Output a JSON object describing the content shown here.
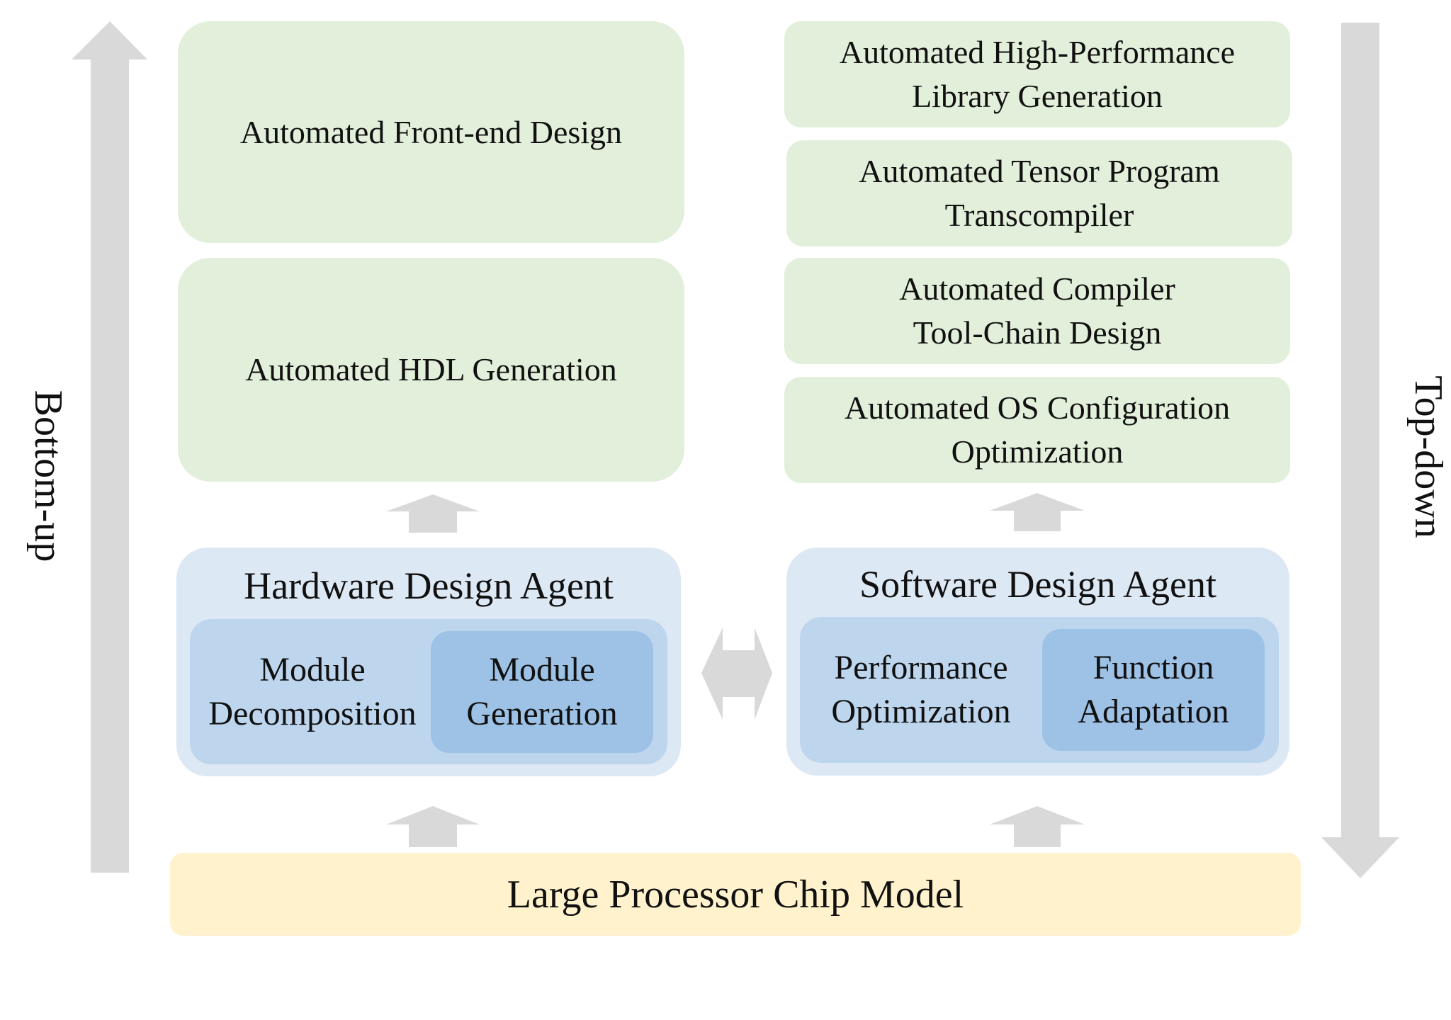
{
  "directions": {
    "left": "Bottom-up",
    "right": "Top-down"
  },
  "hardware": {
    "levels": [
      "Automated Front-end Design",
      "Automated HDL Generation"
    ],
    "agent": {
      "title": "Hardware Design Agent",
      "left": "Module\nDecomposition",
      "right": "Module\nGeneration"
    }
  },
  "software": {
    "levels": [
      "Automated High-Performance\nLibrary Generation",
      "Automated Tensor Program\nTranscompiler",
      "Automated Compiler\nTool-Chain Design",
      "Automated OS Configuration\nOptimization"
    ],
    "agent": {
      "title": "Software Design Agent",
      "left": "Performance\nOptimization",
      "right": "Function\nAdaptation"
    }
  },
  "base": {
    "label": "Large Processor Chip Model"
  },
  "colors": {
    "level_green": "#e2efda",
    "agent_outer": "#dde8f5",
    "agent_inner": "#bdd6ee",
    "agent_sub": "#9dc2e6",
    "base_yellow": "#fff2cc",
    "arrow_gray": "#d9d9d9"
  }
}
